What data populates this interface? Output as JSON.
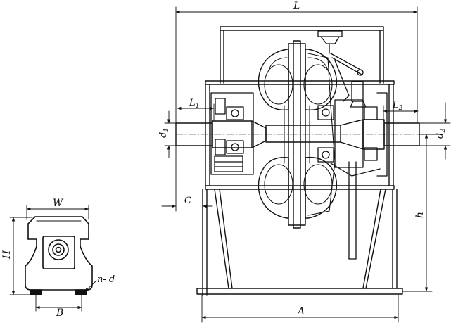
{
  "side_view": {
    "dims": {
      "width": "W",
      "height": "H",
      "bolt_spacing": "B",
      "bolt_holes": "n- d"
    }
  },
  "front_view": {
    "dims": {
      "overall_length": "L",
      "base_length": "A",
      "shaft_center_height": "h",
      "clearance": "C",
      "input_shaft_length": {
        "base": "L",
        "sub": "1"
      },
      "output_shaft_length": {
        "base": "L",
        "sub": "2"
      },
      "input_shaft_diameter": {
        "base": "d",
        "sub": "1"
      },
      "output_shaft_diameter": {
        "base": "d",
        "sub": "2"
      }
    }
  }
}
